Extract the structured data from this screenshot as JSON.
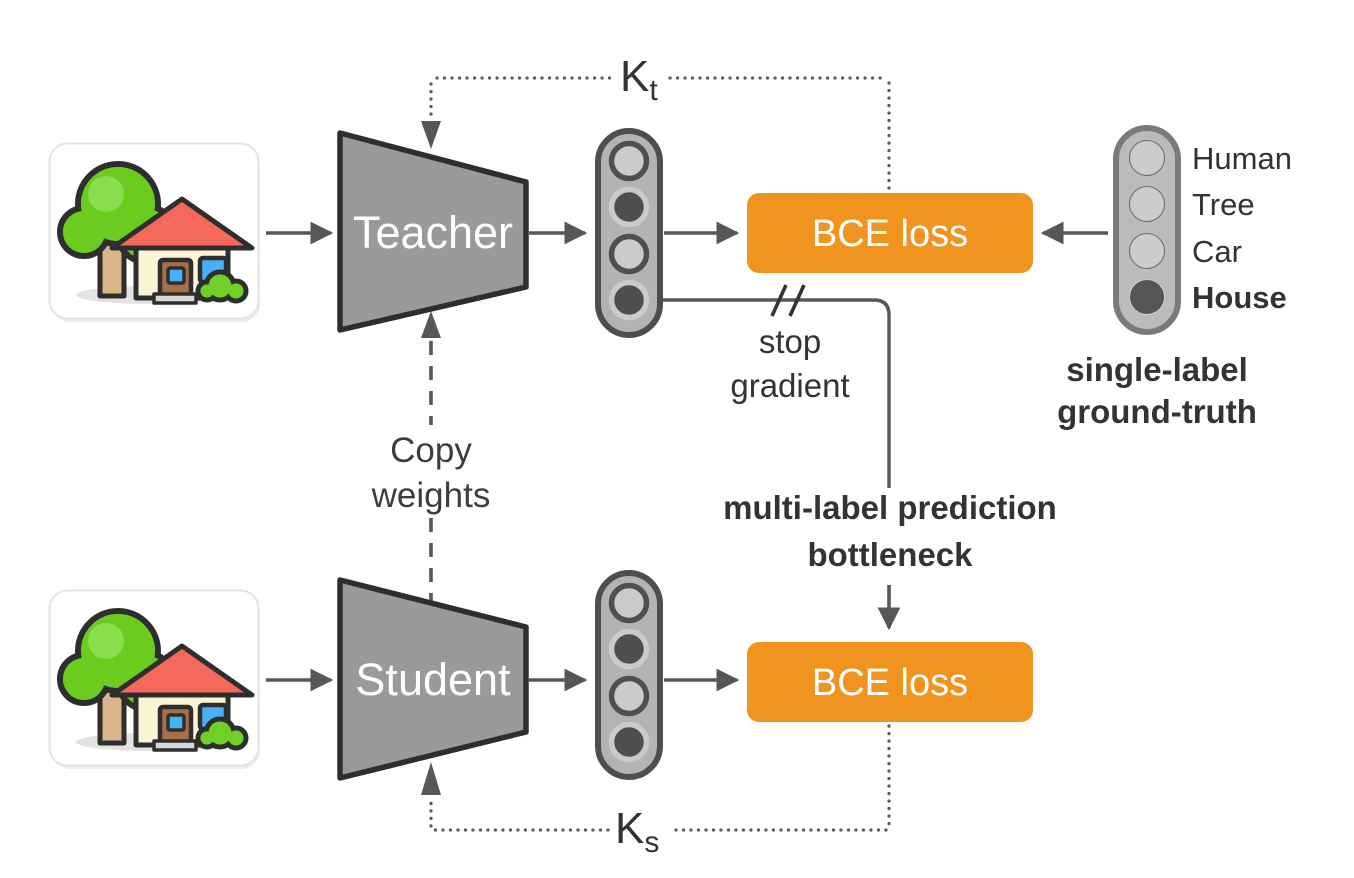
{
  "diagram_title": "teacher-student multi-label distillation diagram",
  "palette": {
    "accent_orange": "#F0941F",
    "node_gray": "#9A9A9A",
    "outline_dark": "#2E2E2E",
    "arrow_gray": "#575757",
    "capsule_gray": "#B3B3B3",
    "cell_light": "#CBCBCB",
    "cell_dark": "#4F4F4F",
    "text_dark": "#333333"
  },
  "teacher": {
    "label": "Teacher"
  },
  "student": {
    "label": "Student"
  },
  "bce_top": {
    "label": "BCE loss"
  },
  "bce_bottom": {
    "label": "BCE loss"
  },
  "kt": {
    "base": "K",
    "sub": "t"
  },
  "ks": {
    "base": "K",
    "sub": "s"
  },
  "copy_weights": {
    "line1": "Copy",
    "line2": "weights"
  },
  "stop_gradient": {
    "line1": "stop",
    "line2": "gradient"
  },
  "bottleneck": {
    "line1": "multi-label prediction",
    "line2": "bottleneck"
  },
  "teacher_vector": {
    "cells": [
      "off",
      "on",
      "off",
      "on"
    ]
  },
  "student_vector": {
    "cells": [
      "off",
      "on",
      "off",
      "on"
    ]
  },
  "ground_truth": {
    "classes": [
      {
        "label": "Human",
        "state": "off"
      },
      {
        "label": "Tree",
        "state": "off"
      },
      {
        "label": "Car",
        "state": "off"
      },
      {
        "label": "House",
        "state": "on"
      }
    ],
    "caption_line1": "single-label",
    "caption_line2": "ground-truth"
  }
}
